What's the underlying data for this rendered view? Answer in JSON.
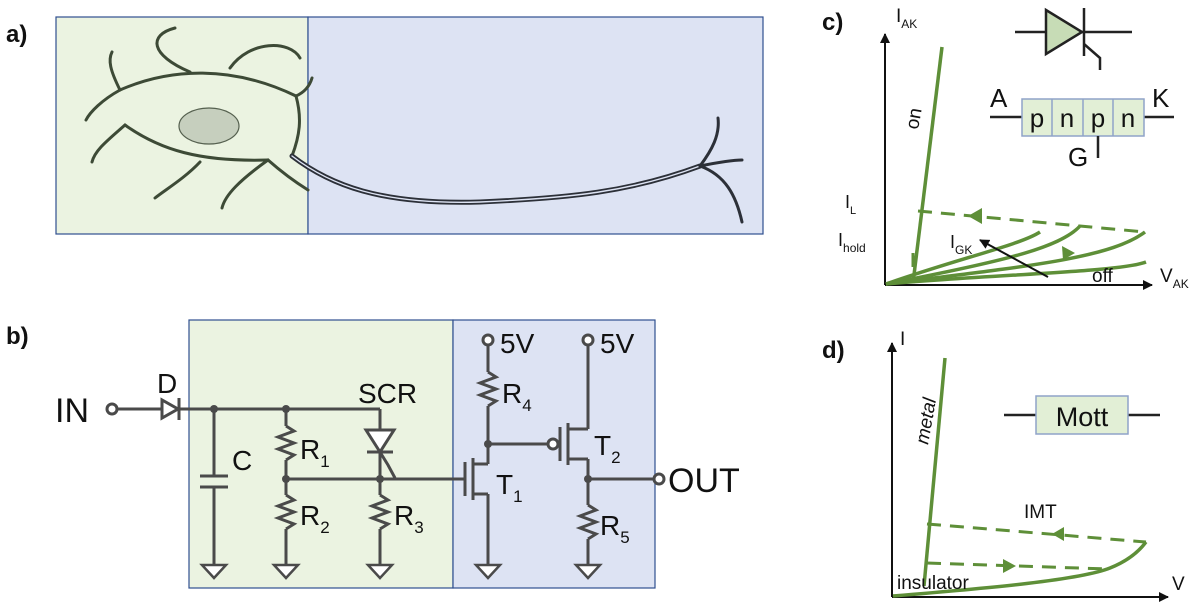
{
  "colors": {
    "soma_bg": "#ebf3e1",
    "axon_bg": "#dde3f3",
    "curve_green": "#5e8f38",
    "wire_gray": "#4a4a4a",
    "box_fill": "#e2efd6"
  },
  "panels": {
    "a": "a)",
    "b": "b)",
    "c": "c)",
    "d": "d)"
  },
  "circuit": {
    "in": "IN",
    "out": "OUT",
    "diode": "D",
    "cap": "C",
    "scr": "SCR",
    "r1": "R",
    "r1_sub": "1",
    "r2": "R",
    "r2_sub": "2",
    "r3": "R",
    "r3_sub": "3",
    "r4": "R",
    "r4_sub": "4",
    "r5": "R",
    "r5_sub": "5",
    "t1": "T",
    "t1_sub": "1",
    "t2": "T",
    "t2_sub": "2",
    "vdd1": "5V",
    "vdd2": "5V"
  },
  "scr_plot": {
    "y_axis": "I",
    "y_axis_sub": "AK",
    "x_axis": "V",
    "x_axis_sub": "AK",
    "on": "on",
    "off": "off",
    "il": "I",
    "il_sub": "L",
    "ihold": "I",
    "ihold_sub": "hold",
    "igk": "I",
    "igk_sub": "GK",
    "anode": "A",
    "cathode": "K",
    "gate": "G",
    "layers": [
      "p",
      "n",
      "p",
      "n"
    ]
  },
  "mott_plot": {
    "y_axis": "I",
    "x_axis": "V",
    "metal": "metal",
    "insulator": "insulator",
    "imt": "IMT",
    "device": "Mott"
  }
}
